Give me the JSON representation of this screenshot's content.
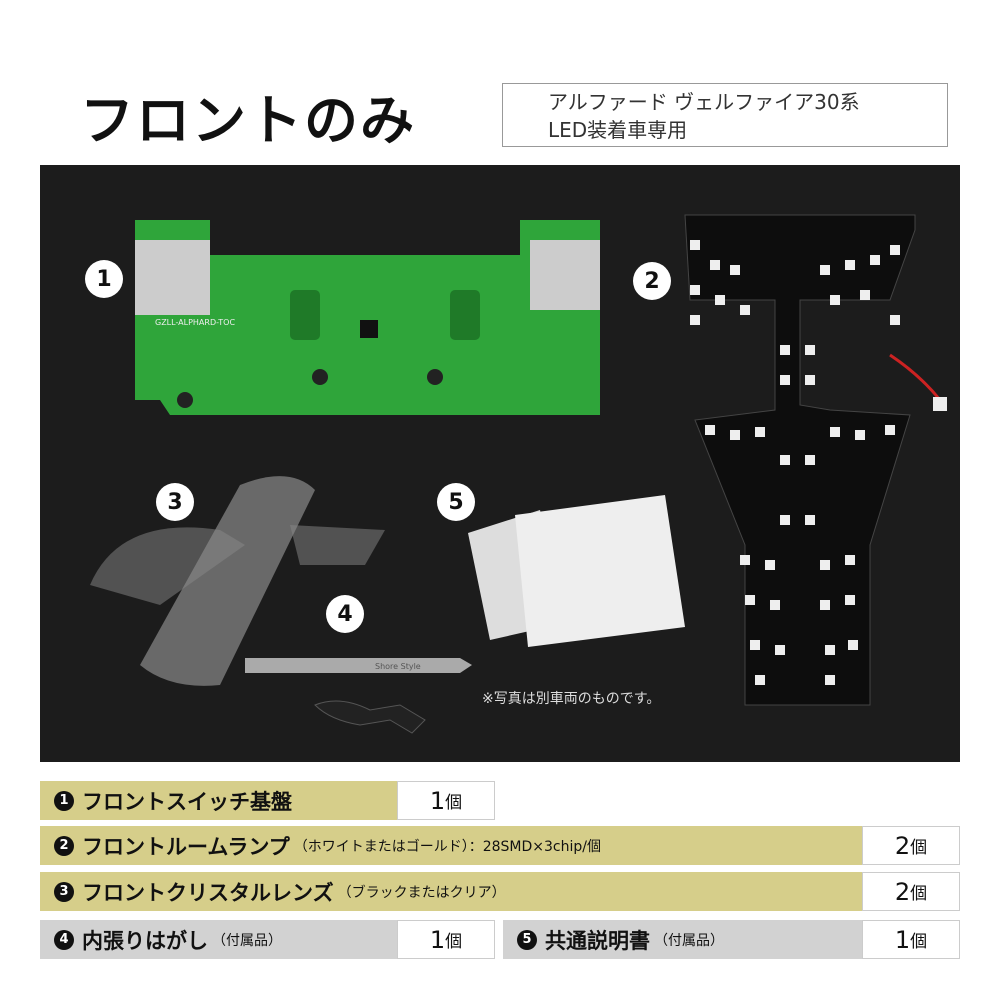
{
  "header": {
    "title": "フロントのみ",
    "subtitle_line1": "アルファード ヴェルファイア30系",
    "subtitle_line2": "LED装着車専用"
  },
  "photo": {
    "labels": [
      "1",
      "2",
      "3",
      "4",
      "5"
    ],
    "pcb_text": "GZLL-ALPHARD-TOC",
    "tool_brand": "Shore Style",
    "note": "※写真は別車両のものです。"
  },
  "items": [
    {
      "num": "1",
      "name": "フロントスイッチ基盤",
      "sub": "",
      "qty": "1",
      "unit": "個"
    },
    {
      "num": "2",
      "name": "フロントルームランプ",
      "sub": "（ホワイトまたはゴールド）：28SMD×3chip/個",
      "qty": "2",
      "unit": "個"
    },
    {
      "num": "3",
      "name": "フロントクリスタルレンズ",
      "sub": "（ブラックまたはクリア）",
      "qty": "2",
      "unit": "個"
    },
    {
      "num": "4",
      "name": "内張りはがし",
      "sub": "（付属品）",
      "qty": "1",
      "unit": "個"
    },
    {
      "num": "5",
      "name": "共通説明書",
      "sub": "（付属品）",
      "qty": "1",
      "unit": "個"
    }
  ],
  "colors": {
    "khaki": "#d6ce8a",
    "gray": "#d2d2d2",
    "photo_bg": "#1c1c1c"
  }
}
